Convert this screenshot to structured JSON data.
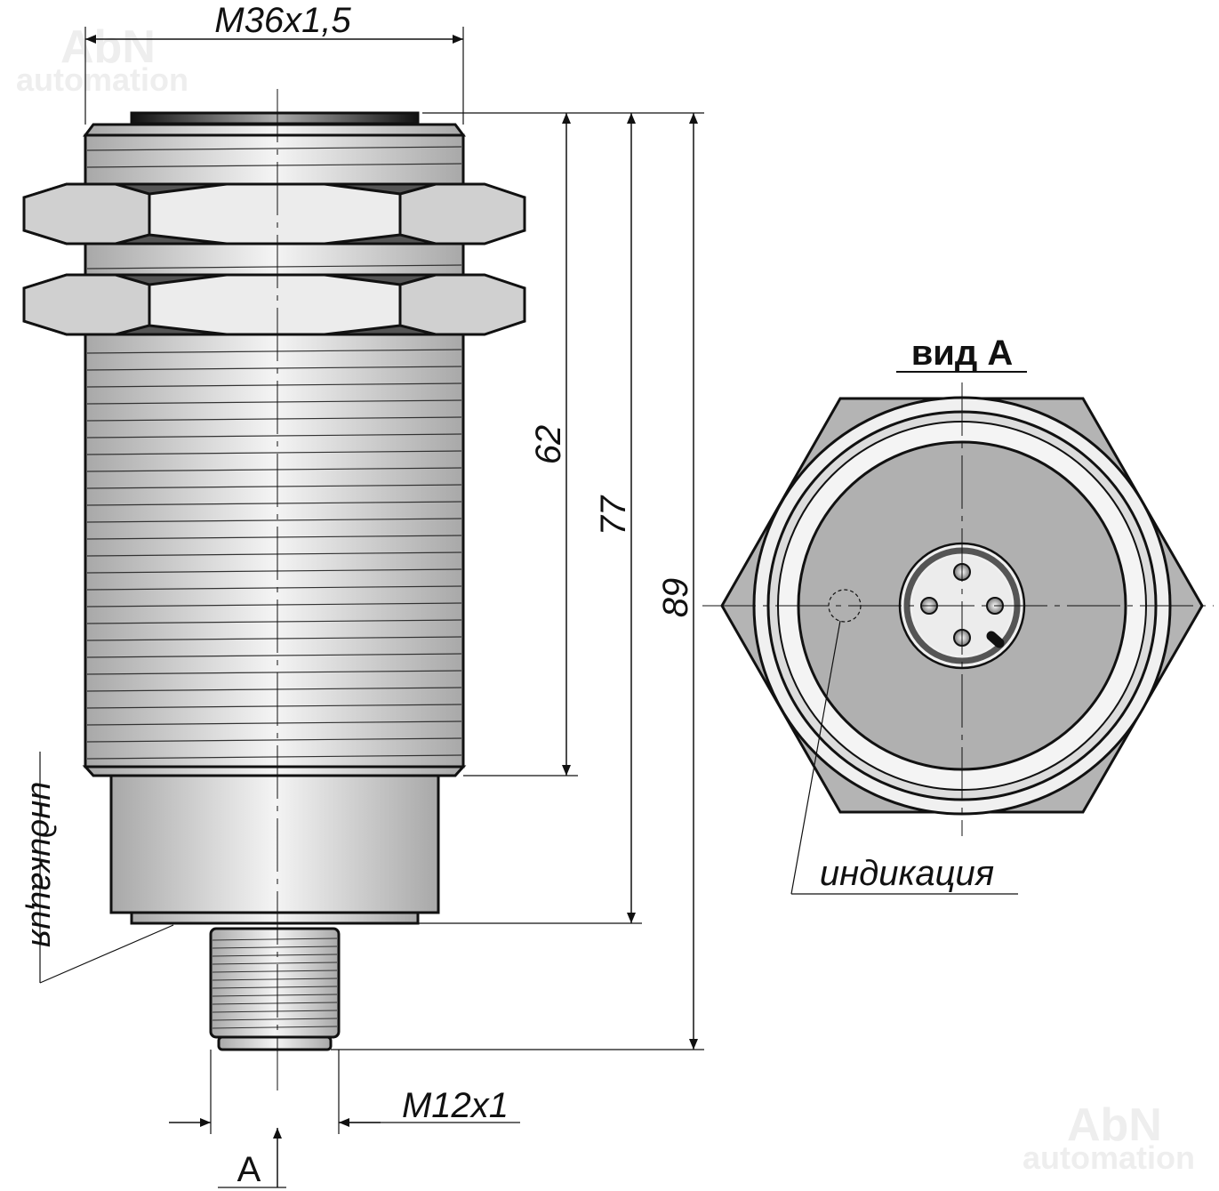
{
  "watermark": {
    "brand": "AbN",
    "sub": "automation"
  },
  "dimensions": {
    "thread_main": "M36x1,5",
    "thread_connector": "M12x1",
    "length_62": "62",
    "length_77": "77",
    "length_89": "89",
    "view_marker": "A"
  },
  "labels": {
    "view_title": "вид А",
    "indication_side": "индикация",
    "indication_front": "индикация"
  },
  "colors": {
    "body": "#c8c8c8",
    "face": "#b0b0b0",
    "line": "#111111"
  }
}
